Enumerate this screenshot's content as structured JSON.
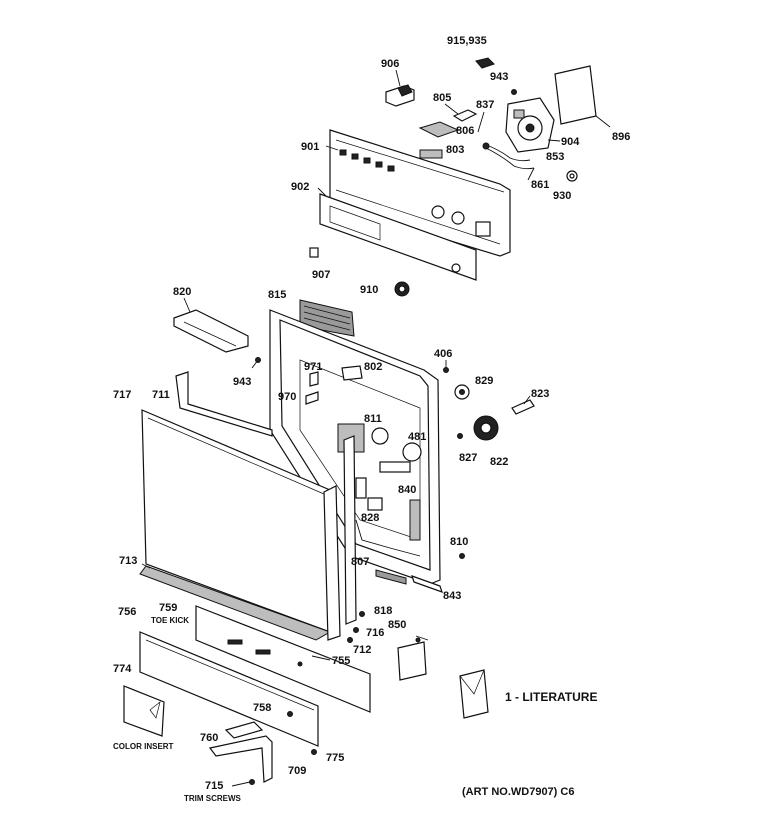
{
  "labels": {
    "p915_935": "915,935",
    "p906": "906",
    "p943_top": "943",
    "p805": "805",
    "p837": "837",
    "p806": "806",
    "p896": "896",
    "p904": "904",
    "p901": "901",
    "p803": "803",
    "p853": "853",
    "p861": "861",
    "p930": "930",
    "p902": "902",
    "p907": "907",
    "p910": "910",
    "p820": "820",
    "p815": "815",
    "p406": "406",
    "p943_mid": "943",
    "p971": "971",
    "p802": "802",
    "p829": "829",
    "p823": "823",
    "p717": "717",
    "p711": "711",
    "p970": "970",
    "p811": "811",
    "p481": "481",
    "p827": "827",
    "p822": "822",
    "p840": "840",
    "p828": "828",
    "p810": "810",
    "p713": "713",
    "p807": "807",
    "p843": "843",
    "p756": "756",
    "p759": "759",
    "toe_kick": "TOE KICK",
    "p818": "818",
    "p716": "716",
    "p850": "850",
    "p712": "712",
    "p755": "755",
    "p774": "774",
    "literature": "1 - LITERATURE",
    "p758": "758",
    "p760": "760",
    "color_insert": "COLOR INSERT",
    "p775": "775",
    "p709": "709",
    "p715": "715",
    "trim_screws": "TRIM SCREWS",
    "art_no": "(ART NO.WD7907) C6"
  }
}
